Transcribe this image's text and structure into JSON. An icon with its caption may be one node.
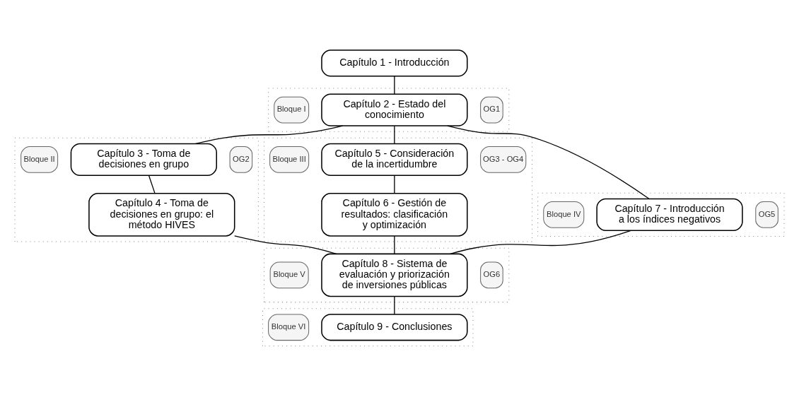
{
  "diagram": {
    "nodes": [
      {
        "text": [
          "Capítulo 1 - Introducción"
        ]
      },
      {
        "text": [],
        "shape": "box"
      },
      {
        "text": [
          "Bloque I"
        ],
        "in": 1
      },
      {
        "text": [
          "Capítulo 2 - Estado del conocimiento"
        ],
        "in": 1
      },
      {
        "text": [
          "OG1"
        ],
        "in": 1
      },
      {
        "text": [],
        "shape": "box"
      },
      {
        "text": [
          "Bloque II"
        ],
        "in": 5
      },
      {
        "text": [
          "Capítulo 3 - Toma de decisiones en grupo"
        ],
        "in": 5
      },
      {
        "text": [
          "Capítulo 4 - Toma de decisiones en grupo: el método HIVES"
        ],
        "in": 5
      },
      {
        "text": [
          "OG2"
        ],
        "in": 5
      },
      {
        "text": [],
        "shape": "box"
      },
      {
        "text": [
          "Bloque III"
        ],
        "in": 10
      },
      {
        "text": [
          "Capítulo 5 - Consideración de la incertidumbre"
        ],
        "in": 10
      },
      {
        "text": [
          "Capítulo 6 - Gestión de resultados: clasificación y optimización"
        ],
        "in": 10
      },
      {
        "text": [
          "OG3 - OG4"
        ],
        "in": 10
      },
      {
        "text": [],
        "shape": "box"
      },
      {
        "text": [
          "Bloque IV"
        ],
        "in": 15
      },
      {
        "text": [
          "Capítulo 7 - Introducción a los índices negativos"
        ],
        "in": 15
      },
      {
        "text": [
          "OG5"
        ],
        "in": 15
      },
      {
        "text": [],
        "shape": "box"
      },
      {
        "text": [
          "Bloque V"
        ],
        "in": 19
      },
      {
        "text": [
          "Capítulo 8 - Sistema de evaluación y priorización de inversiones públicas"
        ],
        "in": 19
      },
      {
        "text": [
          "OG6"
        ],
        "in": 19
      },
      {
        "text": [],
        "shape": "box"
      },
      {
        "text": [
          "Bloque VI"
        ],
        "in": 23
      },
      {
        "text": [
          "Capítulo 9 - Conclusiones"
        ],
        "in": 23
      }
    ],
    "edges": [
      {
        "from": 0,
        "to": 3,
        "arrow": "none"
      },
      {
        "from": 3,
        "to": 7,
        "arrow": "none"
      },
      {
        "from": 3,
        "to": 12,
        "arrow": "none"
      },
      {
        "from": 3,
        "to": 17,
        "arrow": "none"
      },
      {
        "from": 7,
        "to": 8,
        "arrow": "none"
      },
      {
        "from": 12,
        "to": 13,
        "arrow": "none"
      },
      {
        "from": 8,
        "to": 21,
        "arrow": "none"
      },
      {
        "from": 13,
        "to": 21,
        "arrow": "none"
      },
      {
        "from": 17,
        "to": 21,
        "arrow": "none"
      },
      {
        "from": 21,
        "to": 25,
        "arrow": "none"
      }
    ]
  }
}
